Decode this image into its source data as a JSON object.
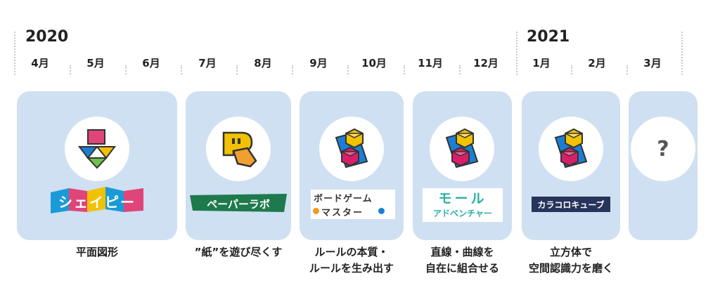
{
  "years": [
    "2020",
    "2021"
  ],
  "months": [
    "4月",
    "5月",
    "6月",
    "7月",
    "8月",
    "9月",
    "10月",
    "11月",
    "12月",
    "1月",
    "2月",
    "3月"
  ],
  "courses": [
    {
      "logo_text": "シェイピー",
      "desc": [
        "平面図形"
      ],
      "icon": "shape-triangle-icon"
    },
    {
      "logo_text": "ペーパーラボ",
      "desc": [
        "”紙”を遊び尽くす"
      ],
      "icon": "paper-p-icon"
    },
    {
      "logo_text_1": "ボードゲーム",
      "logo_text_2": "マスター",
      "desc": [
        "ルールの本質・",
        "ルールを生み出す"
      ],
      "icon": "cubes-icon"
    },
    {
      "logo_text_1": "モール",
      "logo_text_2": "アドベンチャー",
      "desc": [
        "直線・曲線を",
        "自在に組合せる"
      ],
      "icon": "cubes-icon"
    },
    {
      "logo_text": "カラコロキューブ",
      "desc": [
        "立方体で",
        "空間認識力を磨く"
      ],
      "icon": "cubes-icon"
    },
    {
      "circle_text": "?",
      "icon": "question-icon"
    }
  ],
  "colors": {
    "card": "#cfe0f2",
    "accent_yellow": "#f2c200",
    "accent_pink": "#d81e6b",
    "accent_blue": "#1a7fd4",
    "accent_green": "#2e8b57",
    "accent_teal": "#2ab0a0"
  }
}
